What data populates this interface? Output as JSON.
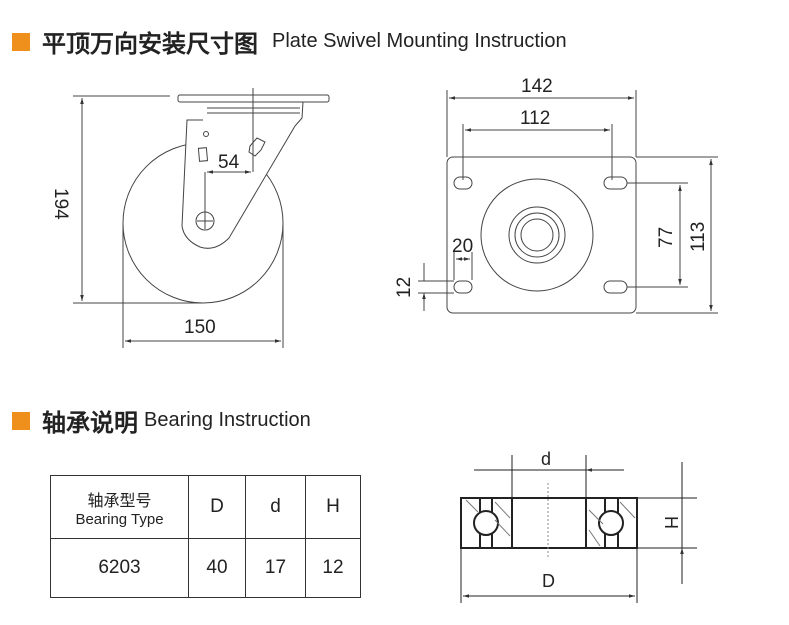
{
  "section1": {
    "title_zh": "平顶万向安装尺寸图",
    "title_en": "Plate Swivel Mounting Instruction"
  },
  "side_view": {
    "height": "194",
    "wheel_diameter": "150",
    "offset": "54"
  },
  "top_view": {
    "plate_length": "142",
    "hole_spacing_long": "112",
    "hole_spacing_short": "77",
    "plate_width": "113",
    "slot_length": "20",
    "slot_width": "12"
  },
  "section2": {
    "title_zh": "轴承说明",
    "title_en": "Bearing Instruction"
  },
  "bearing_table": {
    "headers": {
      "type_zh": "轴承型号",
      "type_en": "Bearing Type",
      "D": "D",
      "d": "d",
      "H": "H"
    },
    "row": {
      "type": "6203",
      "D": "40",
      "d": "17",
      "H": "12"
    }
  },
  "bearing_diagram": {
    "d_label": "d",
    "D_label": "D",
    "H_label": "H"
  },
  "colors": {
    "accent": "#f0901c"
  }
}
